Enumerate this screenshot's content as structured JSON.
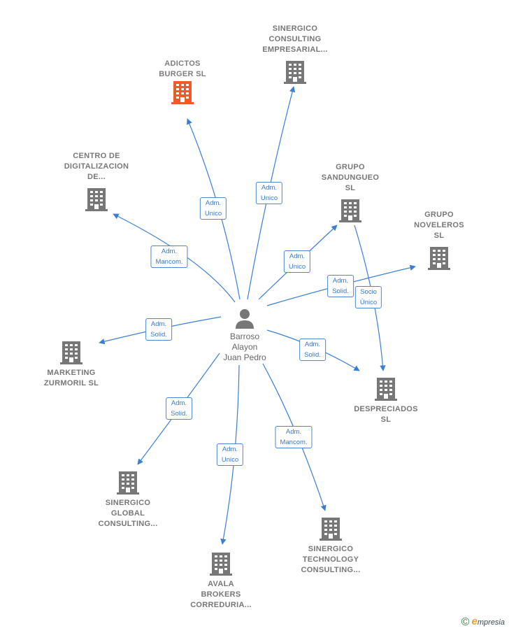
{
  "center": {
    "label": "Barroso\nAlayon\nJuan Pedro",
    "icon": "person-icon"
  },
  "nodes": [
    {
      "id": "adictos",
      "label": "ADICTOS\nBURGER  SL",
      "main": true
    },
    {
      "id": "sinergico_emp",
      "label": "SINERGICO\nCONSULTING\nEMPRESARIAL..."
    },
    {
      "id": "centro",
      "label": "CENTRO DE\nDIGITALIZACION\nDE..."
    },
    {
      "id": "sandungueo",
      "label": "GRUPO\nSANDUNGUEO\nSL"
    },
    {
      "id": "noveleros",
      "label": "GRUPO\nNOVELEROS\nSL"
    },
    {
      "id": "marketing",
      "label": "MARKETING\nZURMORIL  SL"
    },
    {
      "id": "despreciados",
      "label": "DESPRECIADOS\nSL"
    },
    {
      "id": "sin_global",
      "label": "SINERGICO\nGLOBAL\nCONSULTING..."
    },
    {
      "id": "sin_tech",
      "label": "SINERGICO\nTECHNOLOGY\nCONSULTING..."
    },
    {
      "id": "avala",
      "label": "AVALA\nBROKERS\nCORREDURIA..."
    }
  ],
  "edges": [
    {
      "to": "adictos",
      "label": "Adm.\nUnico"
    },
    {
      "to": "sinergico_emp",
      "label": "Adm.\nUnico"
    },
    {
      "to": "centro",
      "label": "Adm.\nMancom."
    },
    {
      "to": "sandungueo",
      "label": "Adm.\nUnico"
    },
    {
      "to": "noveleros",
      "label": "Adm.\nSolid."
    },
    {
      "to": "despreciados_socio",
      "label": "Socio\nÚnico"
    },
    {
      "to": "marketing",
      "label": "Adm.\nSolid."
    },
    {
      "to": "despreciados",
      "label": "Adm.\nSolid."
    },
    {
      "to": "sin_global",
      "label": "Adm.\nSolid."
    },
    {
      "to": "avala",
      "label": "Adm.\nUnico"
    },
    {
      "to": "sin_tech",
      "label": "Adm.\nMancom."
    }
  ],
  "colors": {
    "edge": "#3a7fd5",
    "building": "#777777",
    "main_building": "#f05a28"
  },
  "brand": {
    "copyright": "©",
    "e": "e",
    "rest": "mpresia"
  }
}
